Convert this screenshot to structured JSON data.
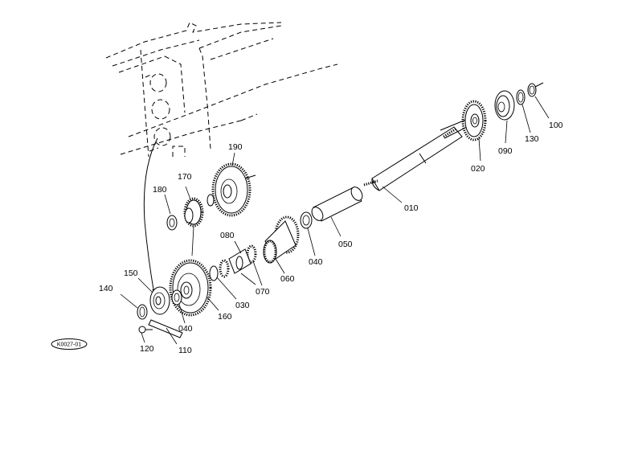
{
  "diagram": {
    "code": "K0027-01",
    "parts": [
      {
        "no": "010"
      },
      {
        "no": "020"
      },
      {
        "no": "030"
      },
      {
        "no": "040"
      },
      {
        "no": "040"
      },
      {
        "no": "050"
      },
      {
        "no": "060"
      },
      {
        "no": "070"
      },
      {
        "no": "080"
      },
      {
        "no": "090"
      },
      {
        "no": "100"
      },
      {
        "no": "110"
      },
      {
        "no": "120"
      },
      {
        "no": "130"
      },
      {
        "no": "140"
      },
      {
        "no": "150"
      },
      {
        "no": "160"
      },
      {
        "no": "170"
      },
      {
        "no": "180"
      },
      {
        "no": "190"
      }
    ]
  }
}
